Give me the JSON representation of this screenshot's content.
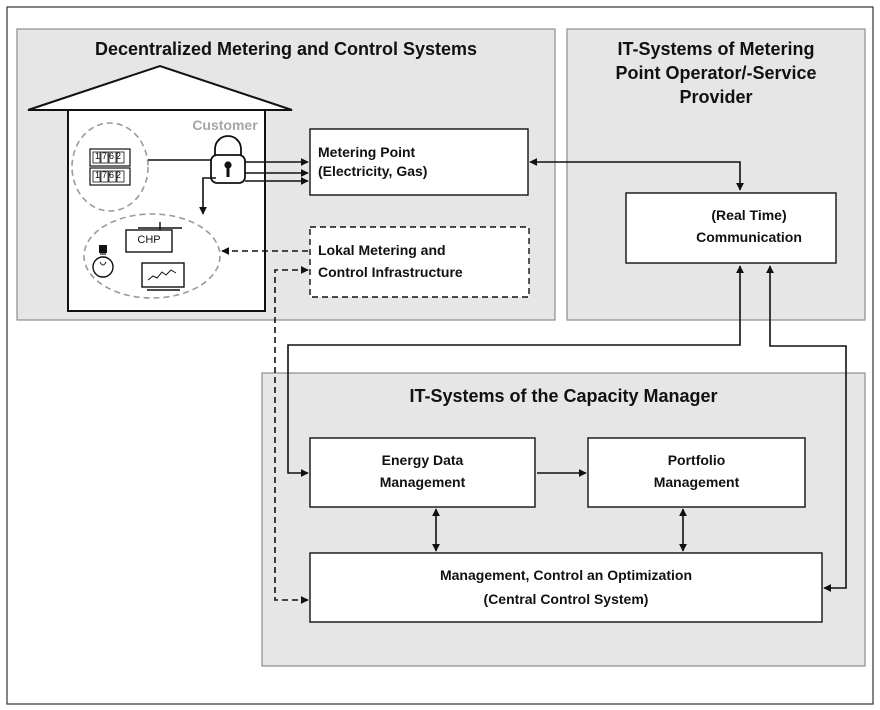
{
  "panels": {
    "decentralized_title": "Decentralized Metering and Control Systems",
    "it_operator_title_lines": [
      "IT-Systems of Metering",
      "Point Operator/-Service",
      "Provider"
    ],
    "capacity_title": "IT-Systems of the Capacity Manager"
  },
  "house": {
    "customer_label": "Customer",
    "chp_label": "CHP",
    "meter_digits": "1762"
  },
  "boxes": {
    "metering_point_lines": [
      "Metering Point",
      "(Electricity, Gas)"
    ],
    "lokal_lines": [
      "Lokal Metering and",
      "Control Infrastructure"
    ],
    "communication_lines": [
      "(Real Time)",
      "Communication"
    ],
    "energy_data_lines": [
      "Energy Data",
      "Management"
    ],
    "portfolio_lines": [
      "Portfolio",
      "Management"
    ],
    "central_lines": [
      "Management, Control an Optimization",
      "(Central Control System)"
    ]
  },
  "colors": {
    "panel_fill": "#e6e6e6",
    "panel_stroke": "#8c8c8c",
    "line": "#111111",
    "dashed_circle": "#9a9a9a",
    "customer_text": "#a6a6a6"
  }
}
